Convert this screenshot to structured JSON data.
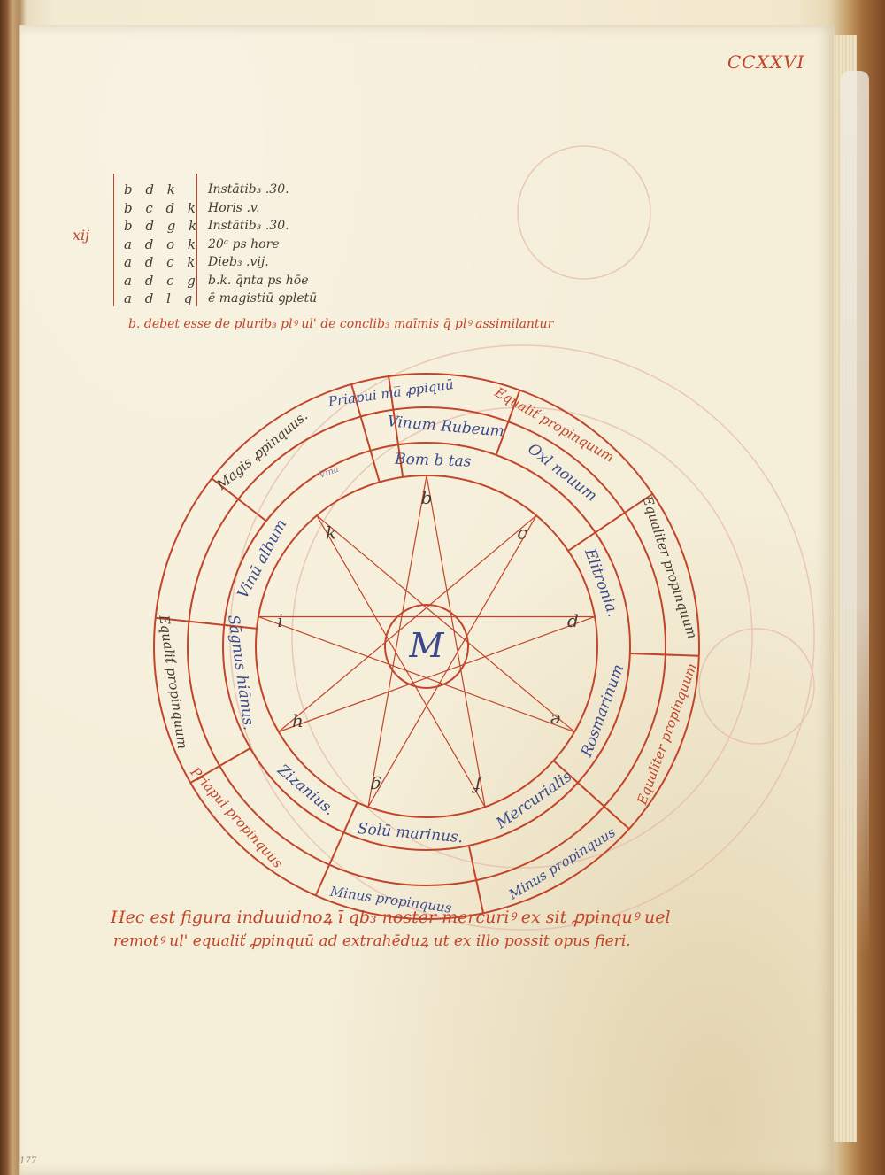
{
  "folio": "CCXXVI",
  "margin_number": "xij",
  "letter_rows": [
    "b d k",
    "b c d k",
    "b d g k",
    "a d o k",
    "a d c k",
    "a d c g",
    "a d l q"
  ],
  "entries": [
    "Instātib₃ .30.",
    "Horis .v.",
    "Instātib₃ .30.",
    "20ᵃ ps hore",
    "Dieb₃ .vij.",
    "b.k. q̄nta ps hōe",
    "ē magistiū ꝯpletū"
  ],
  "note": "b. debet esse de plurib₃ plꝰ ul' de conclib₃ maīmis q̄ plꝰ assimilantur",
  "wheel": {
    "center": "M",
    "sector_letters": [
      "b",
      "c",
      "d",
      "e",
      "f",
      "g",
      "h",
      "i",
      "k"
    ],
    "inner_labels": [
      "Bom b tas",
      "Elitronia.",
      "Rosmarinum",
      "Mercurialis",
      "Solū marinus.",
      "Zizanius.",
      "Sāgnus hiānus.",
      "Vinū album",
      "Vinum Rubeum",
      "Oxl nouum"
    ],
    "outer_labels": [
      "Priapui ma̅ ꝓpiquū",
      "Equaliť propinquum",
      "Equaliter propinquum",
      "Equaliter propinquum",
      "Minus propinquus",
      "Minus propinquus",
      "Priapui propinquus",
      "Equaliť propinquum",
      "Magis ꝓpinquus."
    ],
    "interlinear": "Vina"
  },
  "caption_line1": "Hec est figura induuidnoꝝ ī qb₃ noster mercuriꝰ ex sit ꝓpinquꝰ uel",
  "caption_line2": "remotꝰ ul' equaliť ꝓpinquū ad extrahēduꝝ ut ex illo possit opus fieri.",
  "corner_mark": "177",
  "colors": {
    "rubric": "#c2452a",
    "ink": "#4a3a32",
    "blue": "#3b4a8c",
    "parchment": "#f5eed9"
  }
}
